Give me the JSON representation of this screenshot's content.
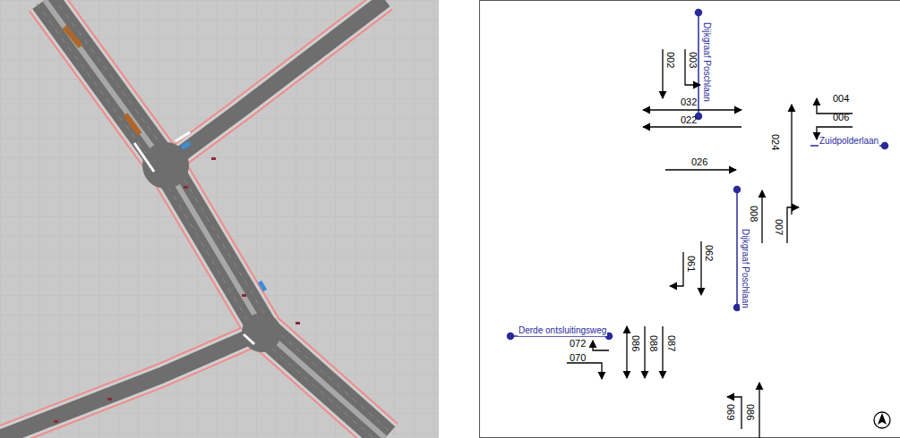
{
  "diagram": {
    "labels": [
      "Dijkgraaf Poschlaan",
      "002",
      "003",
      "032",
      "022",
      "004",
      "006",
      "Zuidpolderlaan",
      "024",
      "026",
      "008",
      "007",
      "Dijkgraaf Poschlaan",
      "062",
      "061",
      "Derde ontsluitingsweg",
      "072",
      "070",
      "086",
      "088",
      "087",
      "069",
      "086"
    ]
  }
}
